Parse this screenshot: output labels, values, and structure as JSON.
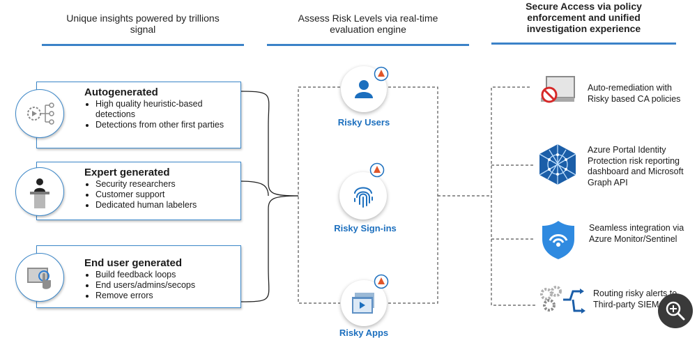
{
  "columns": [
    {
      "title_line1": "Unique insights powered by trillions",
      "title_line2": "signal"
    },
    {
      "title_line1": "Assess Risk Levels via real-time",
      "title_line2": "evaluation engine"
    },
    {
      "title_line1": "Secure Access via policy",
      "title_line2": "enforcement and unified",
      "title_line3": "investigation experience"
    }
  ],
  "sources": [
    {
      "title": "Autogenerated",
      "bullets": [
        "High quality heuristic-based detections",
        "Detections from other first parties"
      ],
      "icon": "process-flow-icon"
    },
    {
      "title": "Expert generated",
      "bullets": [
        "Security researchers",
        "Customer support",
        "Dedicated human labelers"
      ],
      "icon": "presenter-icon"
    },
    {
      "title": "End user generated",
      "bullets": [
        "Build feedback loops",
        "End users/admins/secops",
        "Remove errors"
      ],
      "icon": "touch-screen-icon"
    }
  ],
  "risks": [
    {
      "label": "Risky Users",
      "icon": "user-icon"
    },
    {
      "label": "Risky Sign-ins",
      "icon": "fingerprint-icon"
    },
    {
      "label": "Risky Apps",
      "icon": "app-window-icon"
    }
  ],
  "outcomes": [
    {
      "line1": "Auto-remediation with",
      "line2": "Risky based CA policies",
      "icon": "blocked-laptop-icon"
    },
    {
      "line1": "Azure Portal Identity",
      "line2": "Protection risk reporting",
      "line3": "dashboard and Microsoft",
      "line4": "Graph API",
      "icon": "network-sphere-icon"
    },
    {
      "line1": "Seamless integration via",
      "line2": "Azure Monitor/Sentinel",
      "icon": "shield-signal-icon"
    },
    {
      "line1": "Routing risky alerts to",
      "line2": "Third-party SIEMs",
      "icon": "gears-routing-icon"
    }
  ],
  "colors": {
    "accent": "#1c6fbe",
    "warning": "#e0562a",
    "border": "#3a86c8"
  }
}
